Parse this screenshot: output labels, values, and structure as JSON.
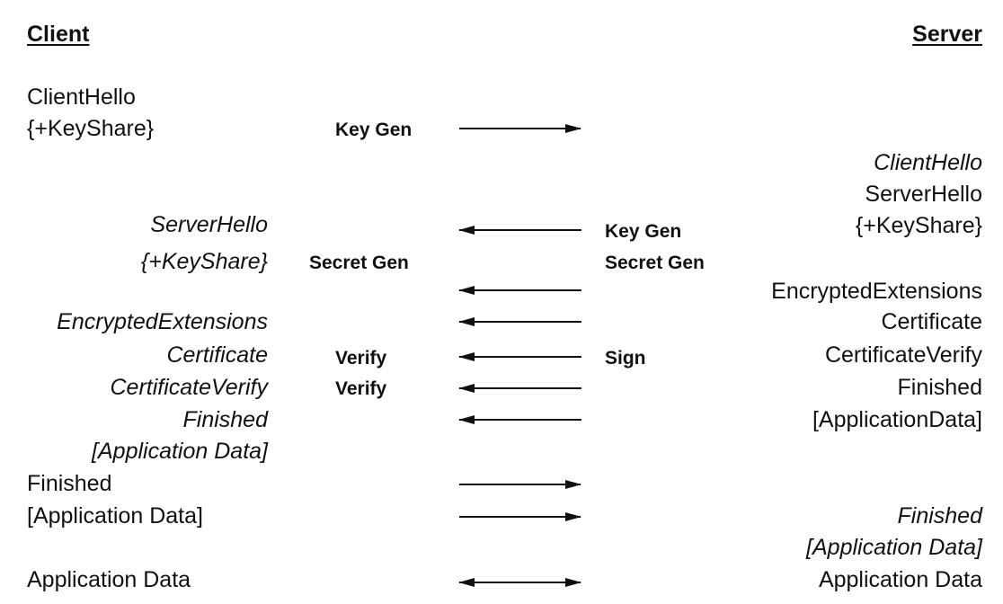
{
  "headers": {
    "client": "Client",
    "server": "Server"
  },
  "client_messages": [
    "ClientHello",
    "{+KeyShare}",
    "Finished",
    "[Application Data]",
    "Application Data"
  ],
  "client_received": [
    "ServerHello",
    "{+KeyShare}",
    "EncryptedExtensions",
    "Certificate",
    "CertificateVerify",
    "Finished",
    "[Application Data]"
  ],
  "server_messages": [
    "ServerHello",
    "{+KeyShare}",
    "EncryptedExtensions",
    "Certificate",
    "CertificateVerify",
    "Finished",
    "[ApplicationData]",
    "Application Data"
  ],
  "server_received": [
    "ClientHello",
    "Finished",
    "[Application Data]"
  ],
  "client_ops": [
    "Key Gen",
    "Secret Gen",
    "Verify",
    "Verify"
  ],
  "server_ops": [
    "Key Gen",
    "Secret Gen",
    "Sign"
  ]
}
